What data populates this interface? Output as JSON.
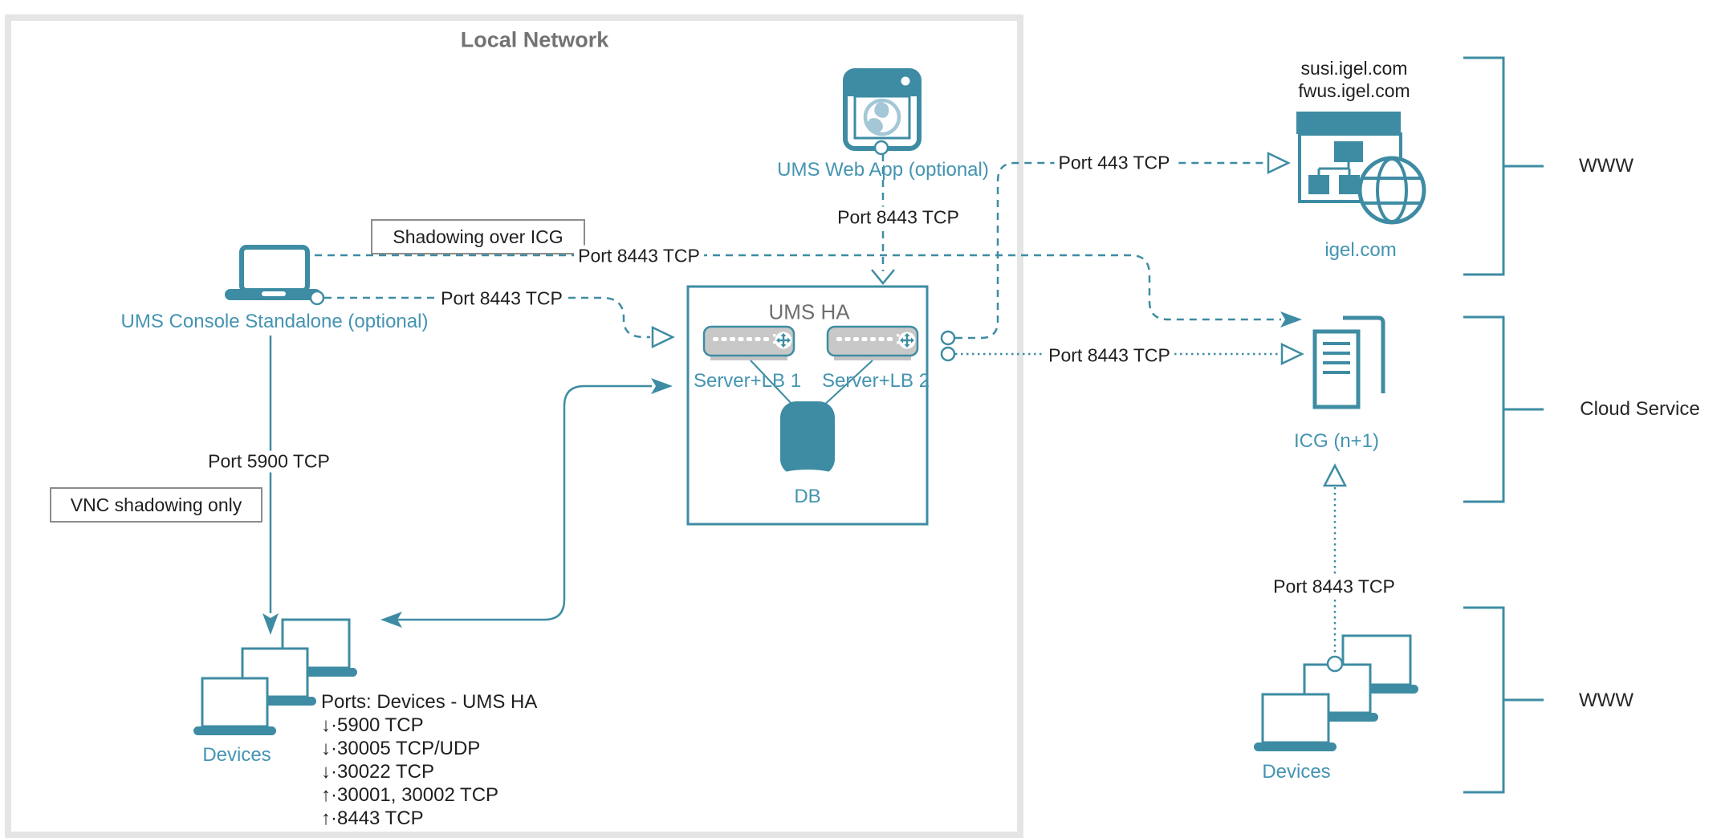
{
  "colors": {
    "teal_line": "#3E8CA3",
    "teal_text": "#4494B2",
    "globe_light": "#A3C7D6",
    "frame_gray": "#E5E5E5",
    "title_gray": "#737373",
    "server_gray": "#C8C8C8",
    "text_black": "#1F1F1F"
  },
  "local_network": {
    "title": "Local Network"
  },
  "nodes": {
    "ums_console": {
      "label": "UMS Console Standalone (optional)"
    },
    "ums_web_app": {
      "label": "UMS Web App (optional)"
    },
    "ums_ha": {
      "title": "UMS HA",
      "server1_label": "Server+LB 1",
      "server2_label": "Server+LB 2",
      "db_label": "DB"
    },
    "igel_com": {
      "domain1": "susi.igel.com",
      "domain2": "fwus.igel.com",
      "label": "igel.com"
    },
    "icg": {
      "label": "ICG (n+1)"
    },
    "devices_local": {
      "label": "Devices"
    },
    "devices_www": {
      "label": "Devices"
    }
  },
  "edges": {
    "shadowing_over_icg": "Shadowing over ICG",
    "vnc_shadowing_only": "VNC shadowing only",
    "port_8443_shadowing": "Port 8443 TCP",
    "port_8443_console_to_ha": "Port 8443 TCP",
    "port_8443_webapp_to_ha": "Port 8443 TCP",
    "port_443_to_igel": "Port 443 TCP",
    "port_8443_ha_to_icg": "Port 8443 TCP",
    "port_5900_console_to_devices": "Port 5900 TCP",
    "port_8443_devices_to_icg": "Port 8443 TCP"
  },
  "zones": {
    "www_top": "WWW",
    "cloud_service": "Cloud Service",
    "www_bottom": "WWW"
  },
  "ports_list": {
    "title": "Ports: Devices - UMS HA",
    "items": [
      "↓·5900 TCP",
      "↓·30005 TCP/UDP",
      "↓·30022 TCP",
      "↑·30001, 30002 TCP",
      "↑·8443 TCP"
    ]
  }
}
